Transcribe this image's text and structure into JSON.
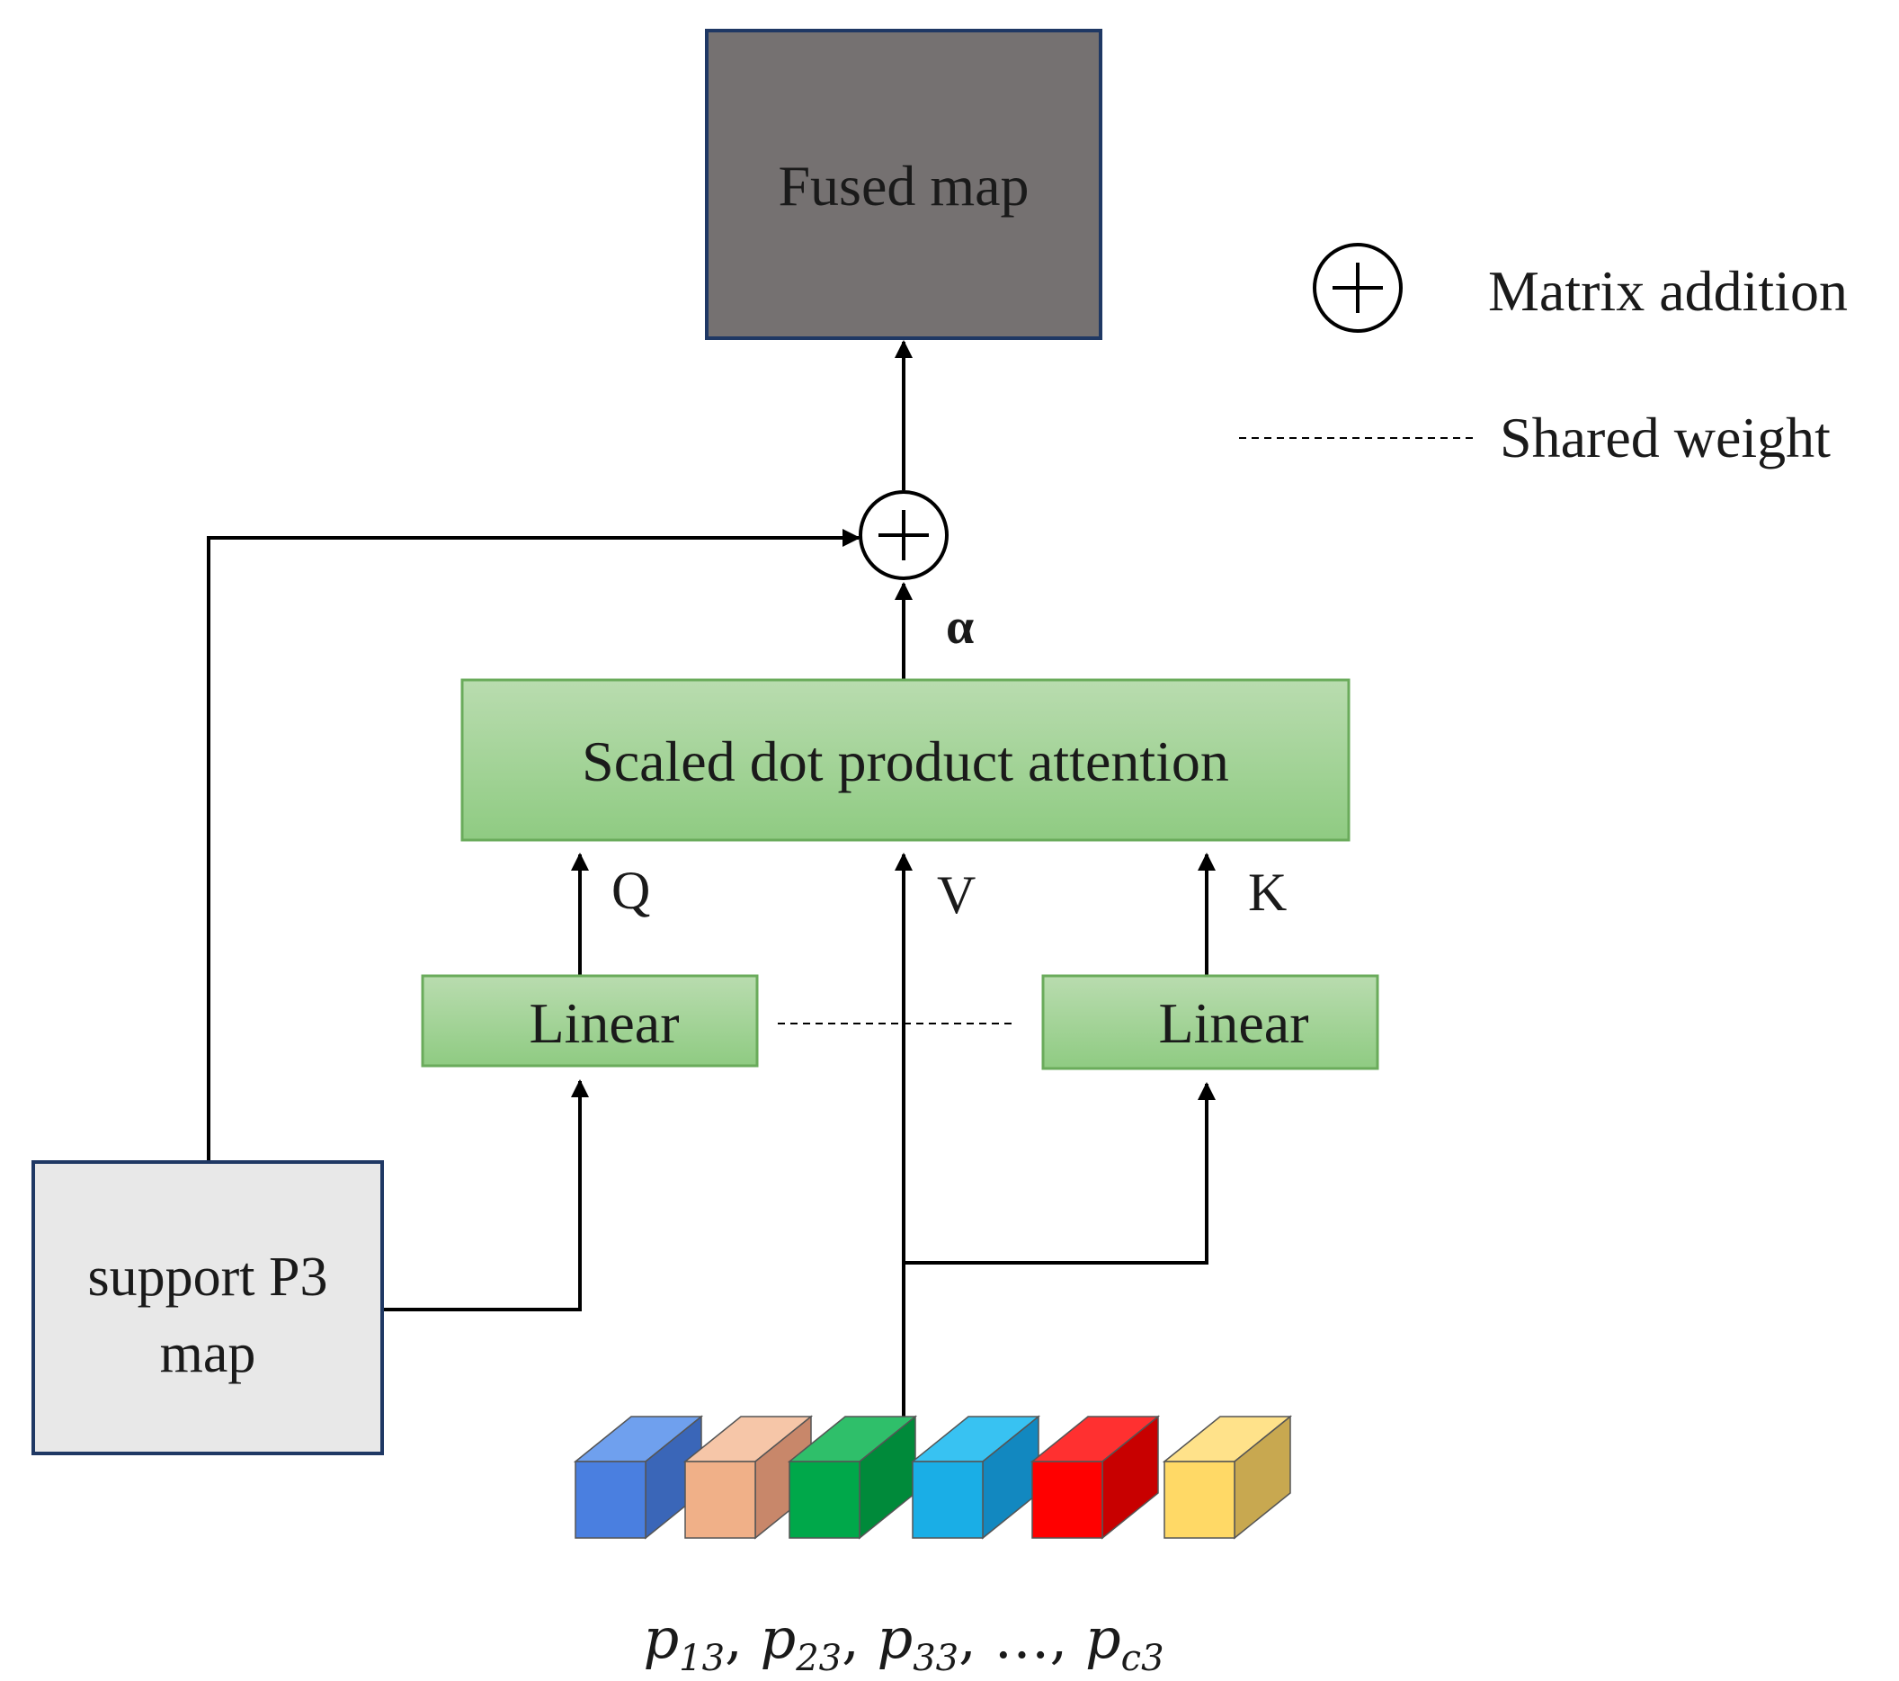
{
  "nodes": {
    "fused_map": "Fused map",
    "attention": "Scaled dot product attention",
    "linear_left": "Linear",
    "linear_right": "Linear",
    "support_line1": "support P3",
    "support_line2": "map"
  },
  "edge_labels": {
    "alpha": "α",
    "q": "Q",
    "v": "V",
    "k": "K"
  },
  "legend": {
    "addition_label": "Matrix addition",
    "shared_weight_label": "Shared weight"
  },
  "prototypes": {
    "base": "p",
    "sep": ", ",
    "ellipsis": "…",
    "items": [
      {
        "sub": "13"
      },
      {
        "sub": "23"
      },
      {
        "sub": "33"
      },
      {
        "sub": "c3"
      }
    ],
    "cube_colors": [
      {
        "front": "#4a7fe0",
        "top": "#6fa0ee",
        "side": "#3a66b8"
      },
      {
        "front": "#f0b088",
        "top": "#f6c6a8",
        "side": "#c8876a"
      },
      {
        "front": "#00a84a",
        "top": "#2fbf6a",
        "side": "#008a3a"
      },
      {
        "front": "#1aaee6",
        "top": "#38c2f2",
        "side": "#1288c0"
      },
      {
        "front": "#ff0000",
        "top": "#ff3030",
        "side": "#c80000"
      },
      {
        "front": "#ffd966",
        "top": "#ffe28a",
        "side": "#c8a850"
      }
    ]
  },
  "colors": {
    "fused_fill": "#757171",
    "box_border": "#1f3864",
    "green_top": "#b9dcaf",
    "green_bottom": "#8fcb82",
    "green_border": "#6aab5b",
    "support_fill": "#e8e8e8"
  }
}
